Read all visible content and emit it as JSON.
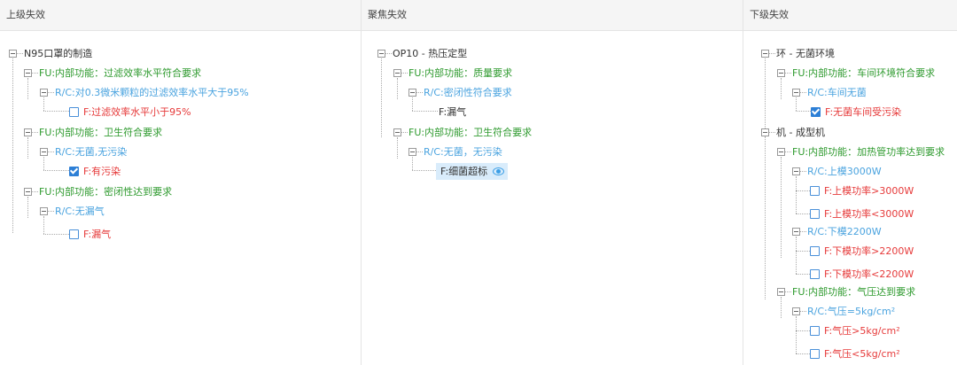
{
  "panels": {
    "upper": {
      "title": "上级失效"
    },
    "focus": {
      "title": "聚焦失效"
    },
    "lower": {
      "title": "下级失效"
    }
  },
  "upper": {
    "root": "N95口罩的制造",
    "fu1": "FU:内部功能：过滤效率水平符合要求",
    "rc1": "R/C:对0.3微米颗粒的过滤效率水平大于95%",
    "f1": "F:过滤效率水平小于95%",
    "fu2": "FU:内部功能：卫生符合要求",
    "rc2": "R/C:无菌,无污染",
    "f2": "F:有污染",
    "fu3": "FU:内部功能：密闭性达到要求",
    "rc3": "R/C:无漏气",
    "f3": "F:漏气"
  },
  "focus": {
    "root": "OP10 - 热压定型",
    "fu1": "FU:内部功能：质量要求",
    "rc1": "R/C:密闭性符合要求",
    "f1": "F:漏气",
    "fu2": "FU:内部功能：卫生符合要求",
    "rc2": "R/C:无菌，无污染",
    "f2": "F:细菌超标"
  },
  "lower": {
    "root1": "环 - 无菌环境",
    "fu1": "FU:内部功能：车间环境符合要求",
    "rc1": "R/C:车间无菌",
    "f1": "F:无菌车间受污染",
    "root2": "机 - 成型机",
    "fu2": "FU:内部功能：加热管功率达到要求",
    "rc2": "R/C:上模3000W",
    "f2a": "F:上模功率>3000W",
    "f2b": "F:上模功率<3000W",
    "rc3": "R/C:下模2200W",
    "f3a": "F:下模功率>2200W",
    "f3b": "F:下模功率<2200W",
    "fu3": "FU:内部功能：气压达到要求",
    "rc4": "R/C:气压=5kg/cm²",
    "f4a": "F:气压>5kg/cm²",
    "f4b": "F:气压<5kg/cm²"
  },
  "states": {
    "upper_f1_checked": false,
    "upper_f2_checked": true,
    "upper_f3_checked": false,
    "lower_f1_checked": true
  },
  "colors": {
    "fu": "#2e9a2e",
    "rc": "#4aa3df",
    "f": "#e63a3a",
    "selected_bg": "#d9ecfb"
  }
}
